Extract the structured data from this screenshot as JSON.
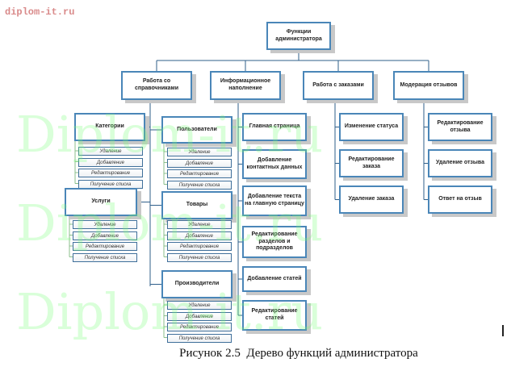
{
  "watermark_top": "diplom-it.ru",
  "watermark_big": "Diplom-it.ru",
  "caption": "Рисунок 2.5  Дерево функций администратора",
  "colors": {
    "border": "#4a86b8",
    "line": "#2f5f8a",
    "watermark": "#78ff78"
  },
  "root": "Функции администратора",
  "branches": [
    {
      "label": "Работа со справочниками",
      "children": [
        {
          "label": "Категории",
          "items": [
            "Удаление",
            "Добавление",
            "Редактирование",
            "Получение списка"
          ]
        },
        {
          "label": "Пользователи",
          "items": [
            "Удаление",
            "Добавление",
            "Редактирование",
            "Получение списка"
          ]
        },
        {
          "label": "Услуги",
          "items": [
            "Удаление",
            "Добавление",
            "Редактирование",
            "Получение списка"
          ]
        },
        {
          "label": "Товары",
          "items": [
            "Удаление",
            "Добавление",
            "Редактирование",
            "Получение списка"
          ]
        },
        {
          "label": "Производители",
          "items": [
            "Удаление",
            "Добавление",
            "Редактирование",
            "Получение списка"
          ]
        }
      ]
    },
    {
      "label": "Информационное наполнение",
      "children": [
        {
          "label": "Главная страница"
        },
        {
          "label": "Добавление контактных данных"
        },
        {
          "label": "Добавление текста на главную страницу"
        },
        {
          "label": "Редактирование разделов и подразделов"
        },
        {
          "label": "Добавление статей"
        },
        {
          "label": "Редактирование статей"
        }
      ]
    },
    {
      "label": "Работа с заказами",
      "children": [
        {
          "label": "Изменение статуса"
        },
        {
          "label": "Редактирование заказа"
        },
        {
          "label": "Удаление заказа"
        }
      ]
    },
    {
      "label": "Модерация отзывов",
      "children": [
        {
          "label": "Редактирование отзыва"
        },
        {
          "label": "Удаление отзыва"
        },
        {
          "label": "Ответ на отзыв"
        }
      ]
    }
  ]
}
